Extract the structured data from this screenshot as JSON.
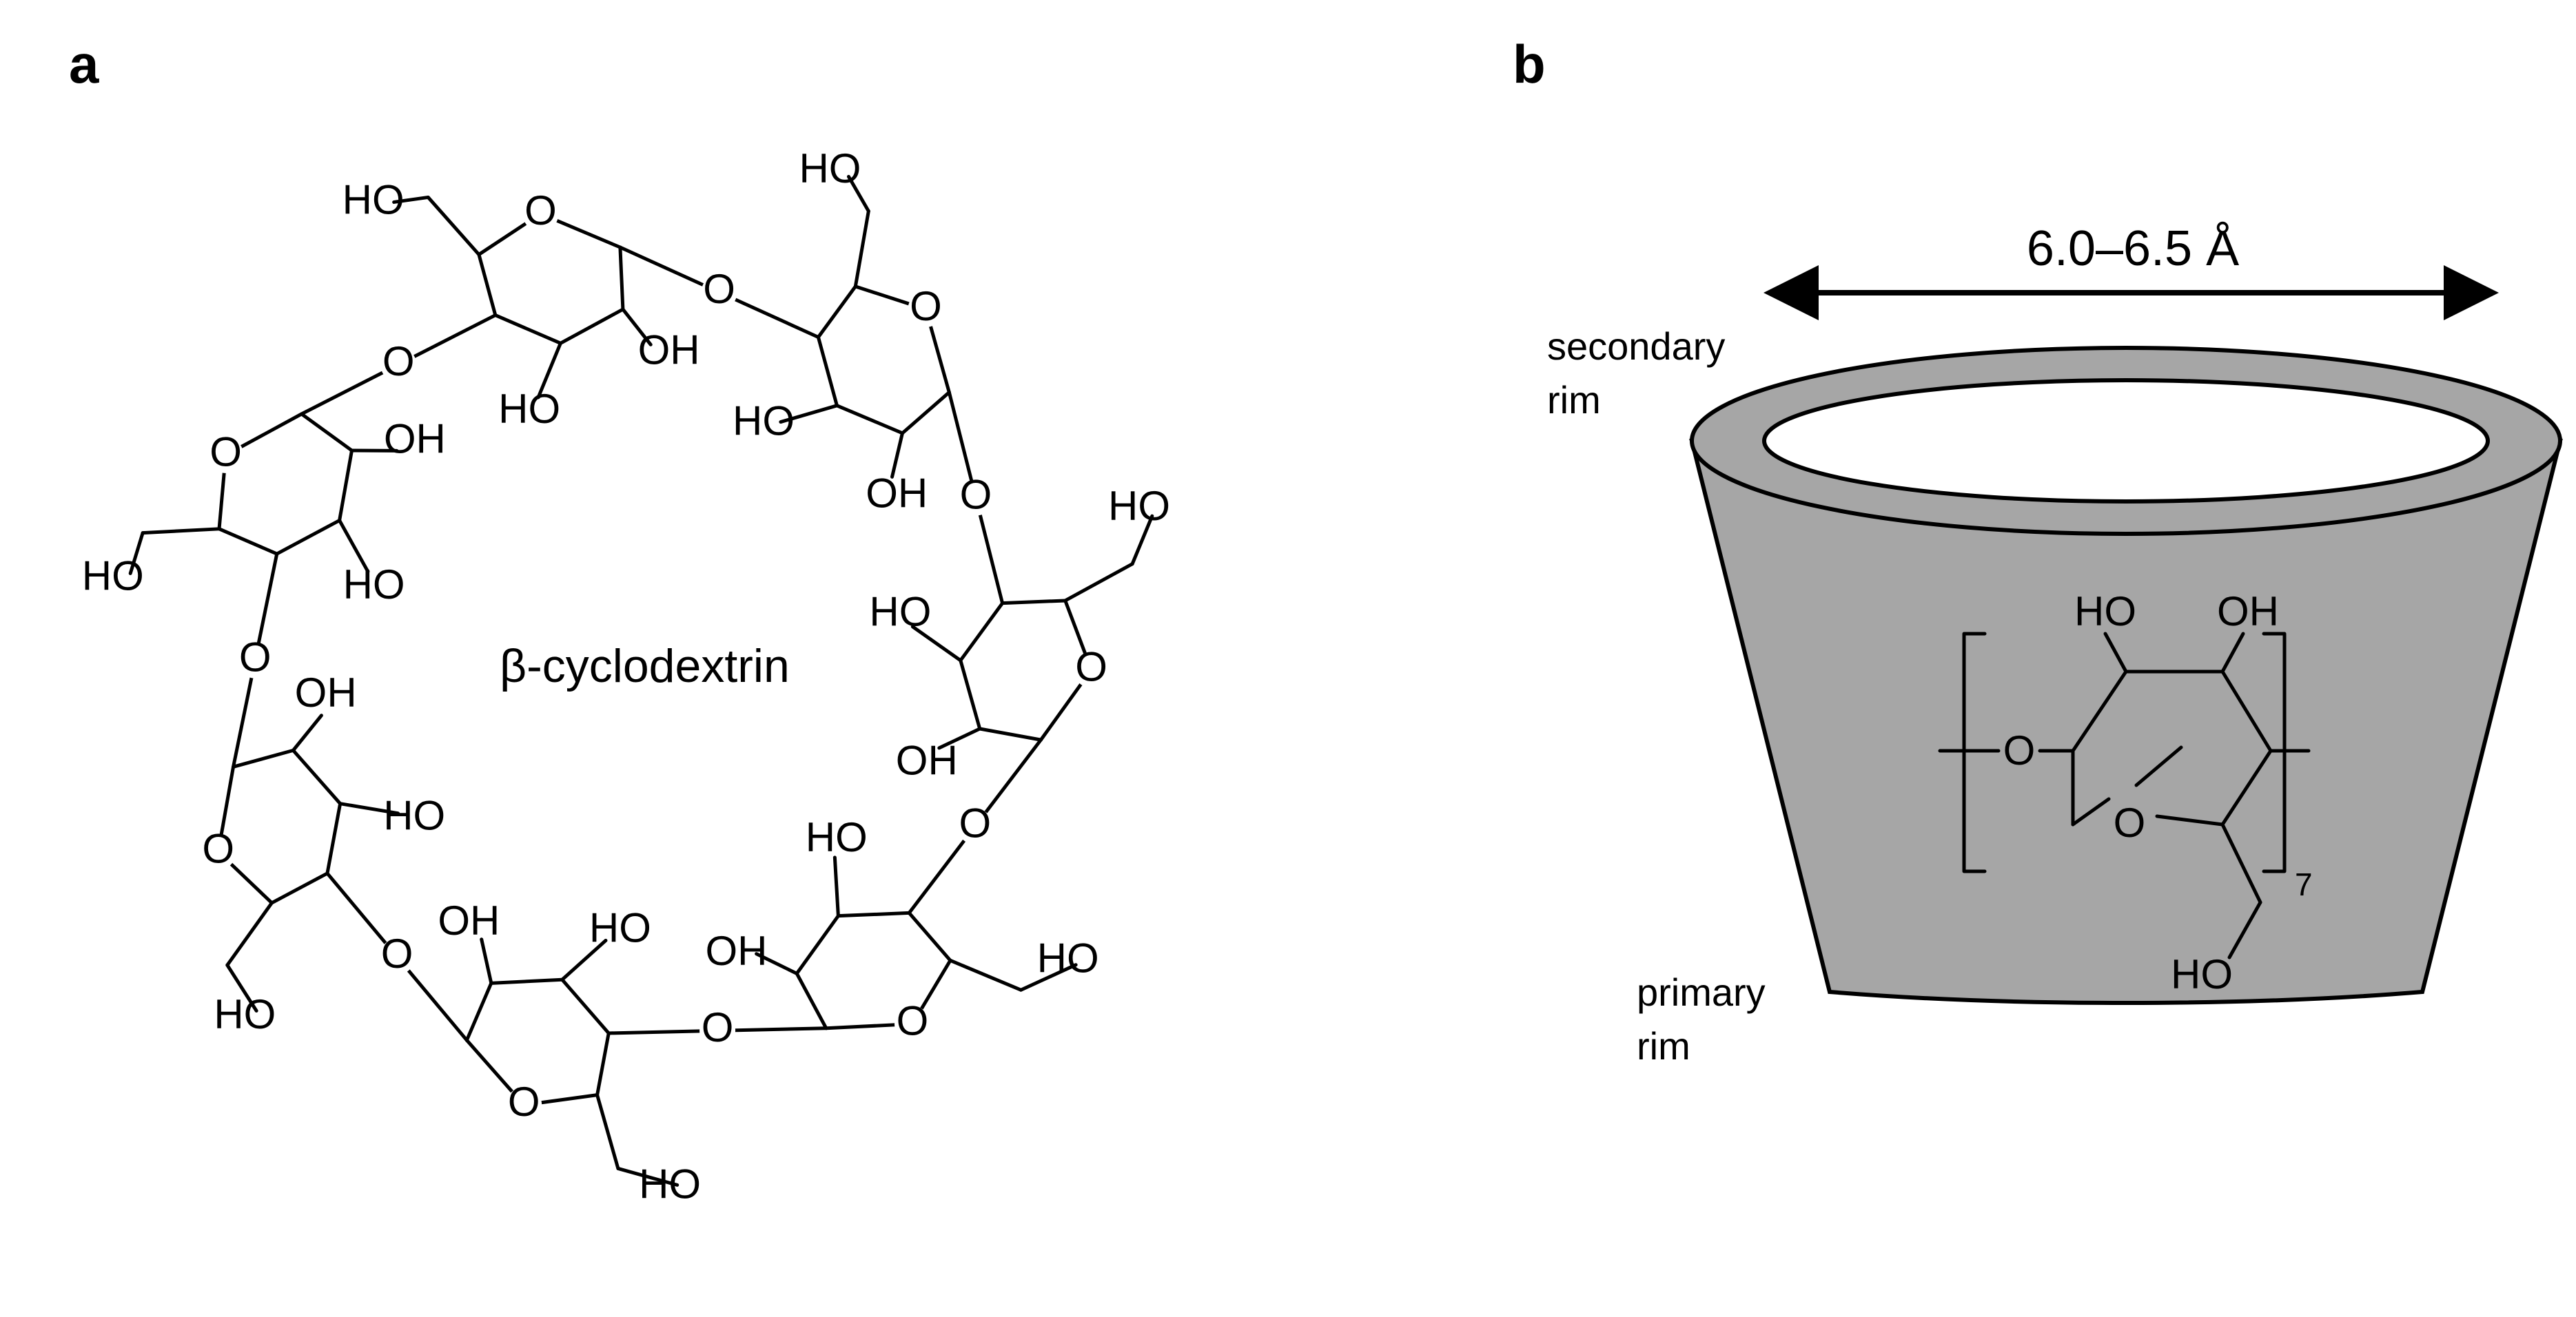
{
  "panels": [
    {
      "letter": "a",
      "title": "β-cyclodextrin"
    },
    {
      "letter": "b"
    }
  ],
  "molecule_a": {
    "ring_oxygen": "O",
    "glycosidic_oxygen": "O",
    "oh_right": "OH",
    "oh_left": "HO"
  },
  "cone_b": {
    "dimension": "6.0–6.5 Å",
    "secondary_rim": [
      "secondary",
      "rim"
    ],
    "primary_rim": [
      "primary",
      "rim"
    ],
    "repeat_unit": {
      "oh_left": "HO",
      "oh_right": "OH",
      "ring_oxygen": "O",
      "link_oxygen": "O",
      "ch2oh": "HO",
      "subscript": "7"
    }
  },
  "colors": {
    "cone_fill": "#a6a6a6",
    "cavity_fill": "#ffffff",
    "ink": "#000000"
  }
}
